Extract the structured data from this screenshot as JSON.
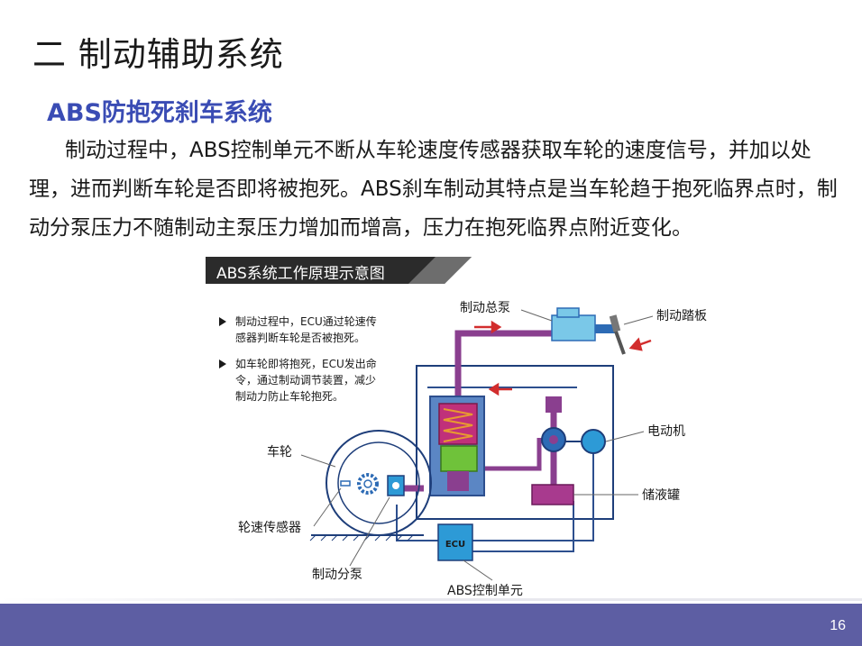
{
  "title": "二 制动辅助系统",
  "subtitle": "ABS防抱死刹车系统",
  "paragraph": "制动过程中，ABS控制单元不断从车轮速度传感器获取车轮的速度信号，并加以处理，进而判断车轮是否即将被抱死。ABS刹车制动其特点是当车轮趋于抱死临界点时，制动分泵压力不随制动主泵压力增加而增高，压力在抱死临界点附近变化。",
  "diagram": {
    "banner": "ABS系统工作原理示意图",
    "notes": [
      {
        "line1": "制动过程中，ECU通过轮速传",
        "line2": "感器判断车轮是否被抱死。",
        "line3": ""
      },
      {
        "line1": "如车轮即将抱死，ECU发出命",
        "line2": "令，通过制动调节装置，减少",
        "line3": "制动力防止车轮抱死。"
      }
    ],
    "labels": {
      "master_cylinder": "制动总泵",
      "brake_pedal": "制动踏板",
      "motor": "电动机",
      "reservoir": "储液罐",
      "wheel": "车轮",
      "wheel_speed_sensor": "轮速传感器",
      "wheel_cylinder": "制动分泵",
      "abs_control_unit": "ABS控制单元",
      "ecu": "ECU"
    }
  },
  "colors": {
    "accent": "#3a4cb4",
    "pipe": "#8a3f8f",
    "pipe_blue": "#2d6bb5",
    "footer": "#5d5ea3"
  },
  "page_number": "16"
}
